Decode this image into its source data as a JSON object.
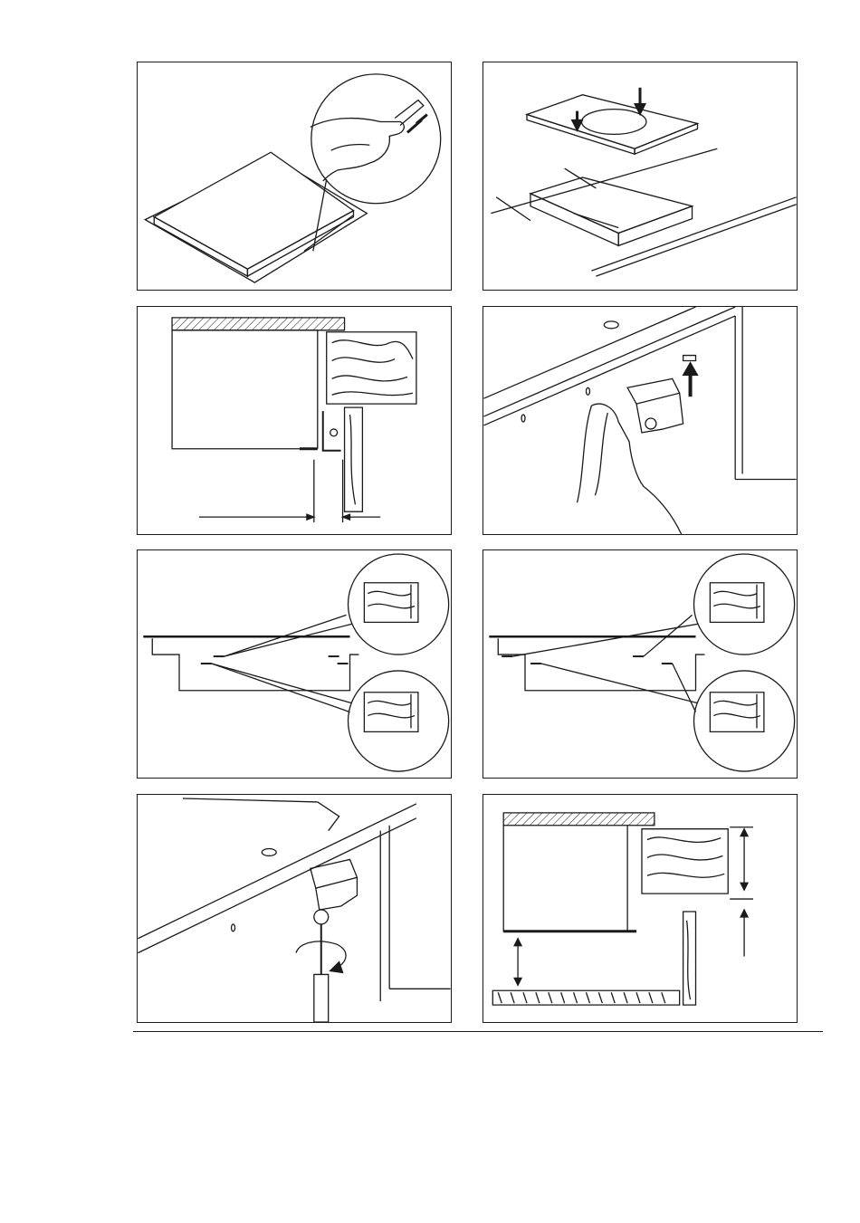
{
  "page": {
    "figures": [
      {
        "icon": "apply-seal-strip-illustration"
      },
      {
        "icon": "cutout-dimensions-illustration"
      },
      {
        "icon": "side-section-clearance-illustration"
      },
      {
        "icon": "insert-bracket-illustration"
      },
      {
        "icon": "bracket-position-thin-worktop-illustration"
      },
      {
        "icon": "bracket-position-thick-worktop-illustration"
      },
      {
        "icon": "tighten-screw-illustration"
      },
      {
        "icon": "bottom-clearance-illustration"
      }
    ]
  }
}
